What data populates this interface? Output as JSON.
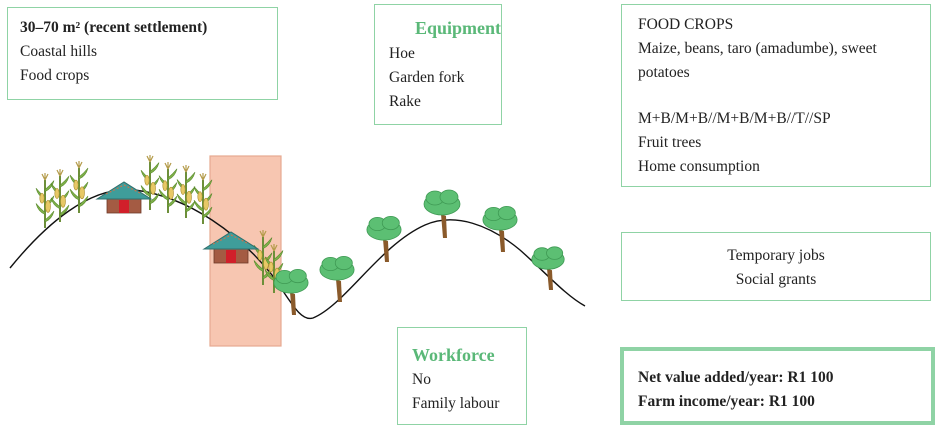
{
  "area_box": {
    "title": "30–70 m² (recent settlement)",
    "location": "Coastal hills",
    "crops": "Food crops"
  },
  "equipment_box": {
    "heading": "Equipment",
    "items": [
      "Hoe",
      "Garden fork",
      "Rake"
    ]
  },
  "crops_box": {
    "heading": "FOOD CROPS",
    "crop_list": "Maize, beans, taro (amadumbe), sweet potatoes",
    "rotation": "M+B/M+B//M+B/M+B//T//SP",
    "trees": "Fruit trees",
    "use": "Home consumption"
  },
  "jobs_box": {
    "lines": [
      "Temporary jobs",
      "Social grants"
    ]
  },
  "workforce_box": {
    "heading": "Workforce",
    "items": [
      "No",
      "Family labour"
    ]
  },
  "income_box": {
    "net_value": "Net value added/year: R1 100",
    "farm_income": "Farm income/year: R1 100"
  },
  "colors": {
    "box_border": "#8fd3a5",
    "heading_green": "#5ab878",
    "plot_highlight": "#f7c3ad",
    "tree_canopy": "#5cbf73",
    "trunk": "#8a5a2b",
    "hut_roof": "#3f9d9a",
    "hut_wall": "#a45b43",
    "hut_door": "#d11f2a",
    "maize_leaf": "#7fb24a"
  },
  "icons": [
    "hut-icon",
    "maize-plant-icon",
    "fruit-tree-icon"
  ]
}
